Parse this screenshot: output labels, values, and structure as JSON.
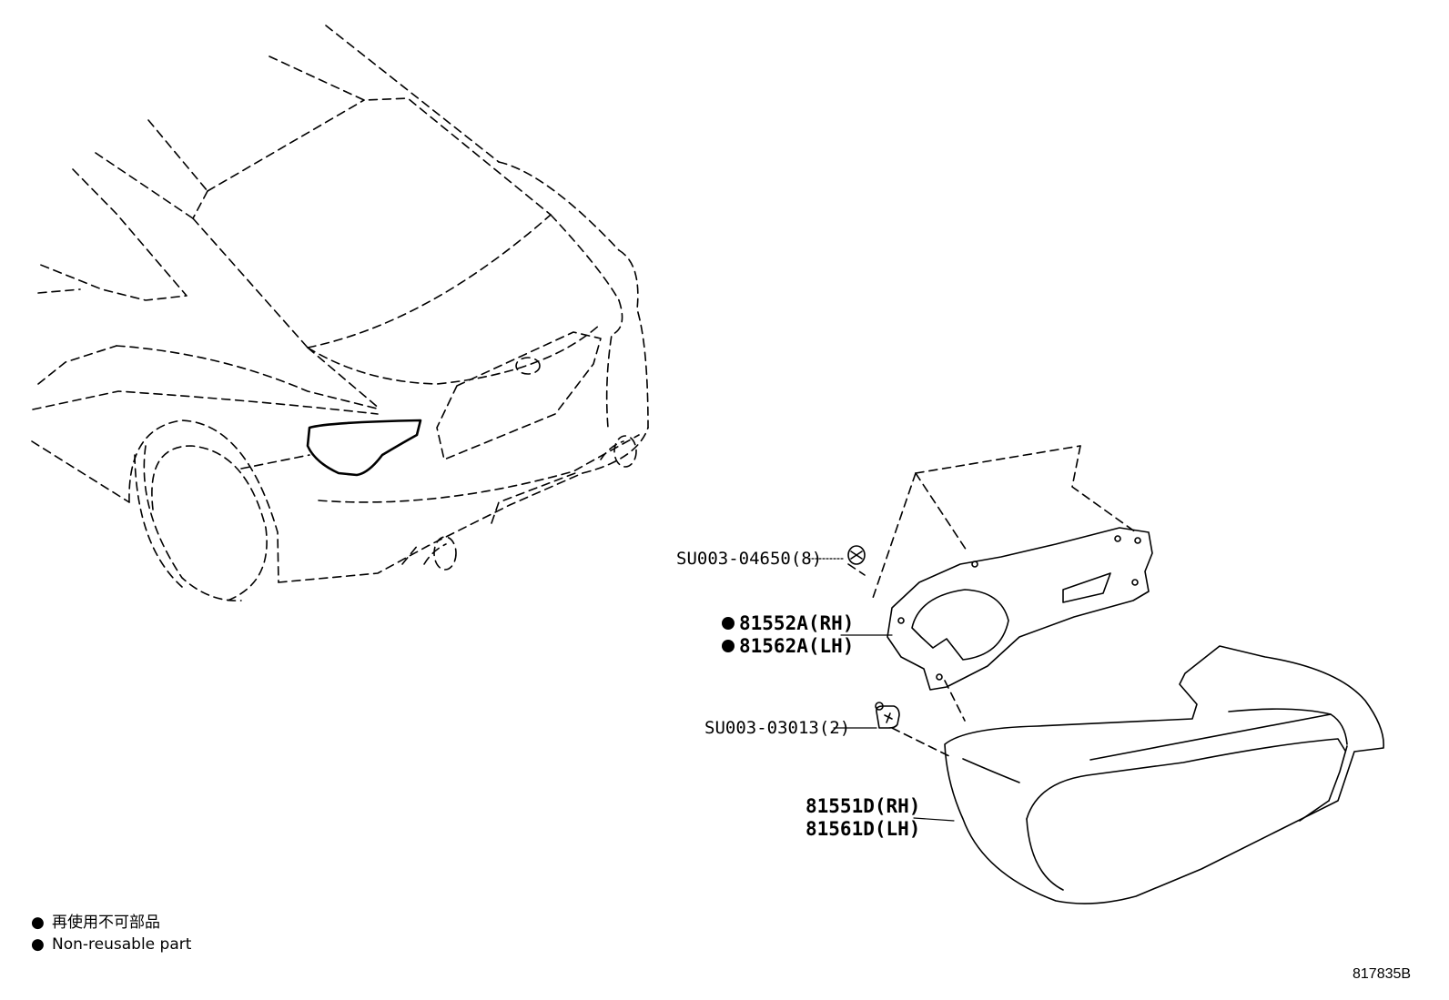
{
  "diagram": {
    "parts": [
      {
        "id": "clip-8",
        "label": "SU003-04650(8)"
      },
      {
        "id": "gasket-rh",
        "label": "81552A(RH)",
        "non_reusable": true
      },
      {
        "id": "gasket-lh",
        "label": "81562A(LH)",
        "non_reusable": true
      },
      {
        "id": "clip-2",
        "label": "SU003-03013(2)"
      },
      {
        "id": "lamp-rh",
        "label": "81551D(RH)"
      },
      {
        "id": "lamp-lh",
        "label": "81561D(LH)"
      }
    ],
    "legend": {
      "jp": "再使用不可部品",
      "en": "Non-reusable part",
      "marker": "●"
    },
    "illustration_code": "817835B",
    "colors": {
      "line": "#000000",
      "background": "#ffffff"
    }
  }
}
